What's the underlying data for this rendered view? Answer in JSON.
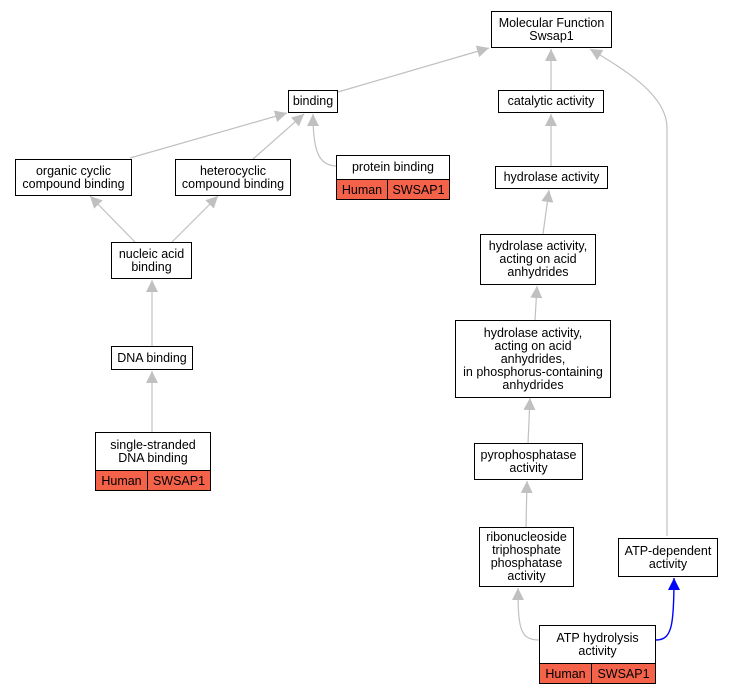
{
  "nodes": {
    "mf": "Molecular Function\nSwsap1",
    "binding": "binding",
    "catalytic": "catalytic activity",
    "organic": "organic cyclic\ncompound binding",
    "heterocyclic": "heterocyclic\ncompound binding",
    "protein": "protein binding",
    "hydrolase": "hydrolase activity",
    "nucleic": "nucleic acid\nbinding",
    "hydro_acid": "hydrolase activity,\nacting on acid\nanhydrides",
    "dna": "DNA binding",
    "hydro_phos": "hydrolase activity,\nacting on acid\nanhydrides,\nin phosphorus-containing\nanhydrides",
    "ssdna": "single-stranded\nDNA binding",
    "pyro": "pyrophosphatase\nactivity",
    "ribo": "ribonucleoside\ntriphosphate\nphosphatase\nactivity",
    "atpdep": "ATP-dependent\nactivity",
    "atphyd": "ATP hydrolysis\nactivity"
  },
  "annotations": {
    "protein": {
      "species": "Human",
      "gene": "SWSAP1"
    },
    "ssdna": {
      "species": "Human",
      "gene": "SWSAP1"
    },
    "atphyd": {
      "species": "Human",
      "gene": "SWSAP1"
    }
  },
  "colors": {
    "annotation_fill": "#f4624a",
    "edge_gray": "#c0c0c0",
    "edge_blue": "#0000ff"
  }
}
